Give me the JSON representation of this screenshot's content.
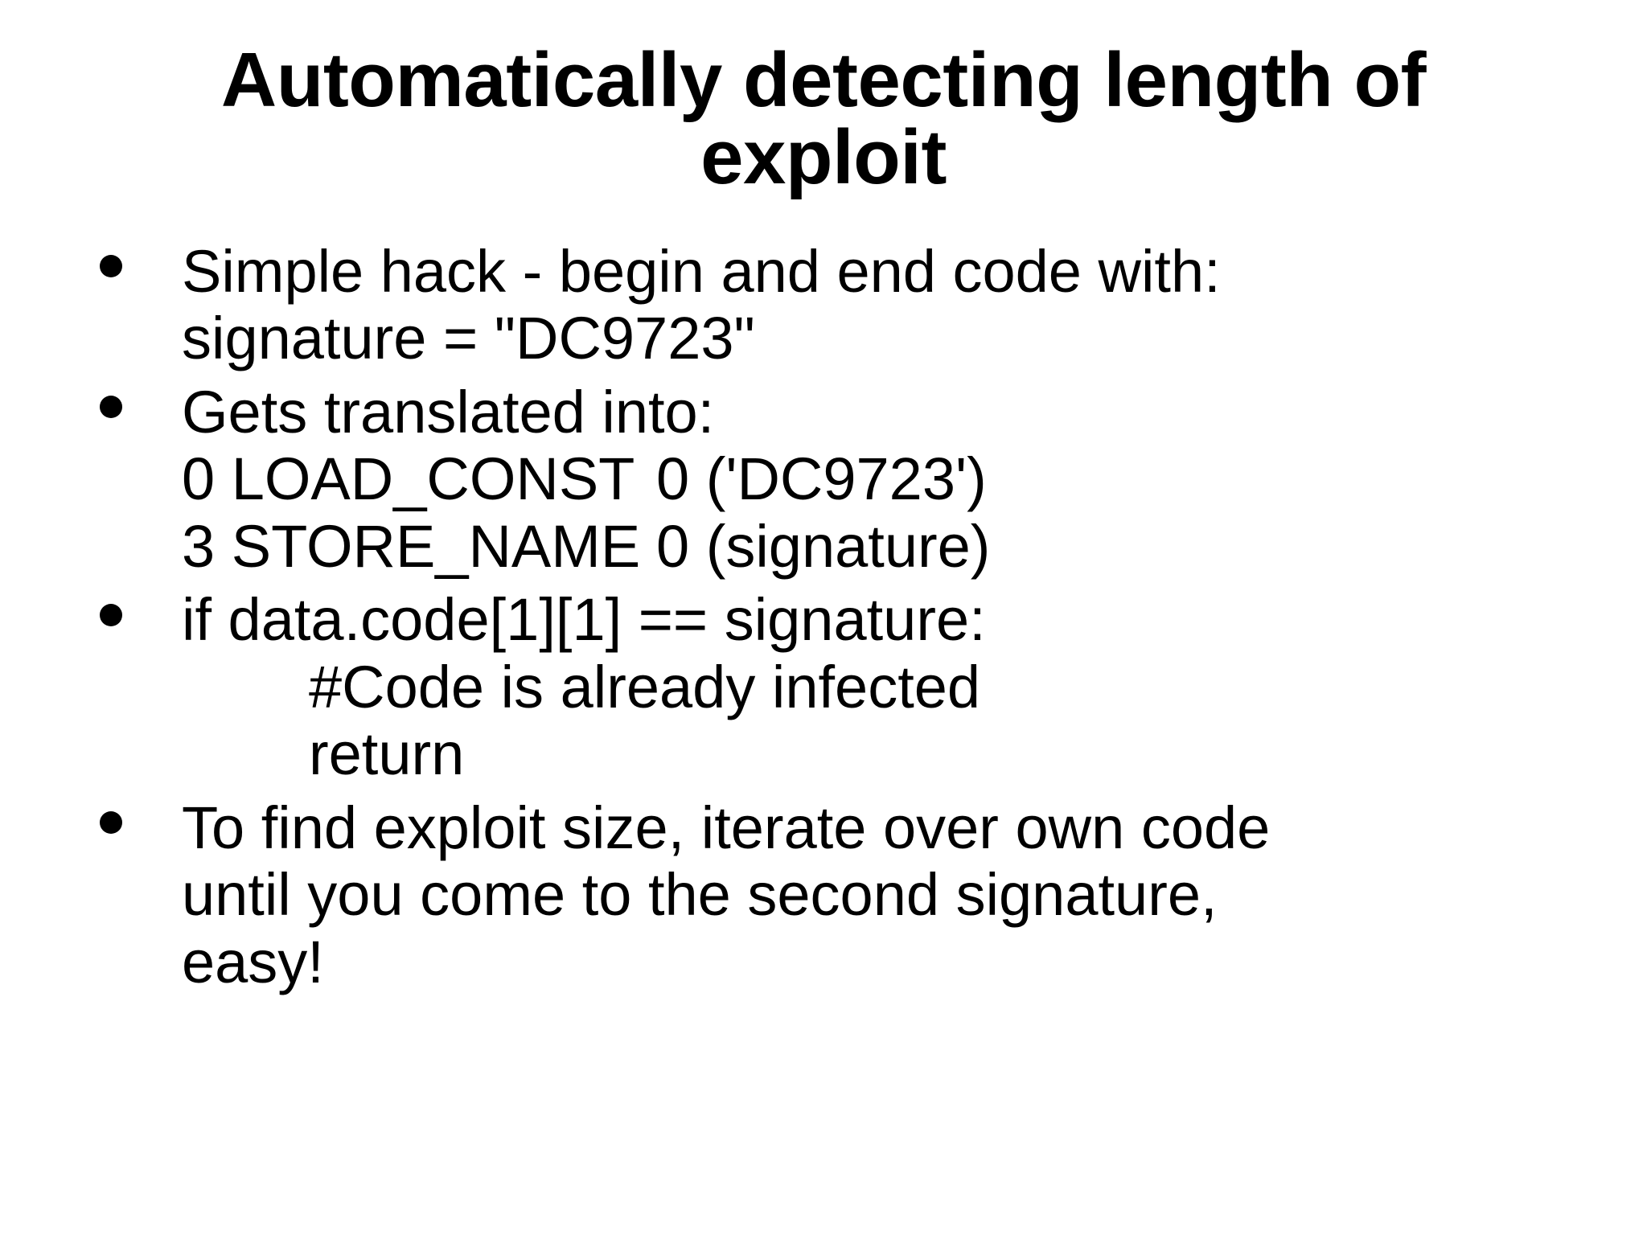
{
  "slide": {
    "background_color": "#ffffff",
    "text_color": "#000000",
    "title": {
      "line1": "Automatically detecting length of",
      "line2": "exploit"
    },
    "bullet_glyph": "bullet-dot",
    "bullets": [
      {
        "marker": "●",
        "lines": [
          {
            "kind": "text",
            "indent": 0,
            "content": "Simple hack - begin and end code with:"
          },
          {
            "kind": "text",
            "indent": 0,
            "content": "signature = \"DC9723\""
          }
        ]
      },
      {
        "marker": "●",
        "lines": [
          {
            "kind": "text",
            "indent": 0,
            "content": "Gets translated into:"
          },
          {
            "kind": "code2col",
            "indent": 0,
            "col_a": "0 LOAD_CONST",
            "col_b": "0 ('DC9723')"
          },
          {
            "kind": "code2col",
            "indent": 0,
            "col_a": "3 STORE_NAME",
            "col_b": "0 (signature)"
          }
        ]
      },
      {
        "marker": "●",
        "lines": [
          {
            "kind": "text",
            "indent": 0,
            "content": "if data.code[1][1] == signature:"
          },
          {
            "kind": "code",
            "indent": 1,
            "content": "#Code is already infected"
          },
          {
            "kind": "code",
            "indent": 2,
            "content": "return"
          }
        ]
      },
      {
        "marker": "●",
        "lines": [
          {
            "kind": "text",
            "indent": 0,
            "content": "To find exploit size, iterate over own code"
          },
          {
            "kind": "text",
            "indent": 0,
            "content": "until you come to the second signature,"
          },
          {
            "kind": "text",
            "indent": 0,
            "content": "easy!"
          }
        ]
      }
    ]
  }
}
